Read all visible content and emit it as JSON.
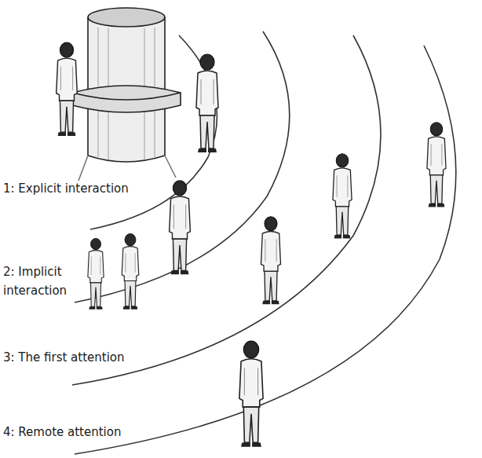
{
  "diagram": {
    "labels": [
      "1: Explicit interaction",
      "2: Implicit interaction",
      "3: The first attention",
      "4: Remote attention"
    ]
  }
}
